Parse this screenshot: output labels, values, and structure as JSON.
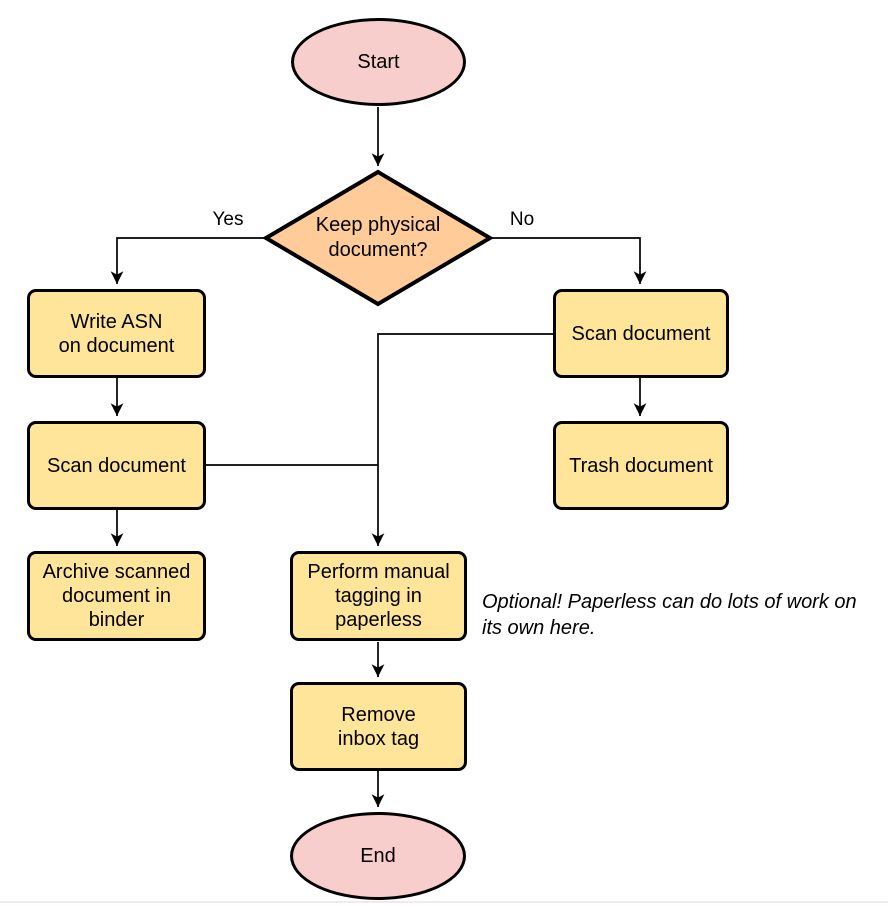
{
  "diagram": {
    "type": "flowchart",
    "colors": {
      "terminal_fill": "#f8cecc",
      "decision_fill": "#ffcc99",
      "process_fill": "#ffe599",
      "stroke": "#000000",
      "background": "#ffffff"
    },
    "nodes": {
      "start": {
        "type": "terminal",
        "label": "Start"
      },
      "decision": {
        "type": "decision",
        "label": "Keep physical\ndocument?"
      },
      "write_asn": {
        "type": "process",
        "label": "Write ASN\non document"
      },
      "scan_left": {
        "type": "process",
        "label": "Scan document"
      },
      "archive": {
        "type": "process",
        "label": "Archive scanned\ndocument in\nbinder"
      },
      "scan_right": {
        "type": "process",
        "label": "Scan document"
      },
      "trash": {
        "type": "process",
        "label": "Trash document"
      },
      "tagging": {
        "type": "process",
        "label": "Perform manual\ntagging in\npaperless"
      },
      "remove_inbox": {
        "type": "process",
        "label": "Remove\ninbox tag"
      },
      "end": {
        "type": "terminal",
        "label": "End"
      }
    },
    "edge_labels": {
      "yes": "Yes",
      "no": "No"
    },
    "edges": [
      {
        "from": "start",
        "to": "decision",
        "label": ""
      },
      {
        "from": "decision",
        "to": "write_asn",
        "label": "Yes"
      },
      {
        "from": "decision",
        "to": "scan_right",
        "label": "No"
      },
      {
        "from": "write_asn",
        "to": "scan_left",
        "label": ""
      },
      {
        "from": "scan_left",
        "to": "archive",
        "label": ""
      },
      {
        "from": "scan_left",
        "to": "tagging",
        "label": ""
      },
      {
        "from": "scan_right",
        "to": "trash",
        "label": ""
      },
      {
        "from": "scan_right",
        "to": "tagging",
        "label": ""
      },
      {
        "from": "tagging",
        "to": "remove_inbox",
        "label": ""
      },
      {
        "from": "remove_inbox",
        "to": "end",
        "label": ""
      }
    ],
    "annotation": "Optional! Paperless can do lots of work on\nits own here."
  }
}
